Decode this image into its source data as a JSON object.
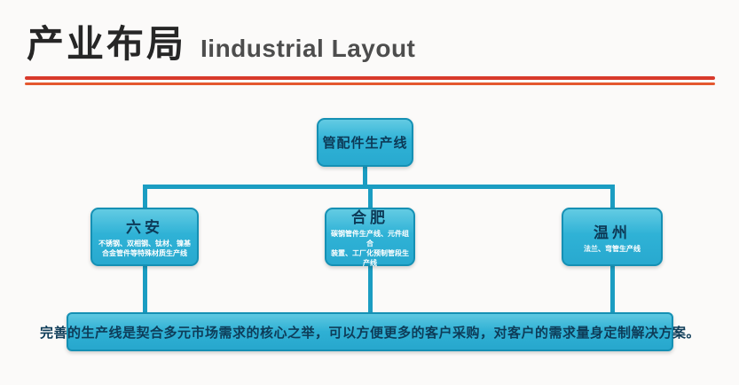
{
  "title": {
    "zh": "产业布局",
    "en": "Iindustrial Layout"
  },
  "tree": {
    "root": {
      "label": "管配件生产线"
    },
    "children": [
      {
        "name": "六安",
        "desc": "不锈钢、双相钢、钛材、镍基\n合金管件等特殊材质生产线"
      },
      {
        "name": "合肥",
        "desc": "碳钢管件生产线、元件组合\n装置、工厂化预制管段生产线"
      },
      {
        "name": "温州",
        "desc": "法兰、弯管生产线"
      }
    ]
  },
  "footer": {
    "text": "完善的生产线是契合多元市场需求的核心之举，可以方便更多的客户采购，对客户的需求量身定制解决方案。"
  },
  "colors": {
    "box_fill": "#2fb2d6",
    "box_border": "#1590b4",
    "connector": "#1b9dc2",
    "ribbon_red": "#d8392b",
    "ribbon_orange": "#e4582f",
    "title_dark": "#262626"
  }
}
